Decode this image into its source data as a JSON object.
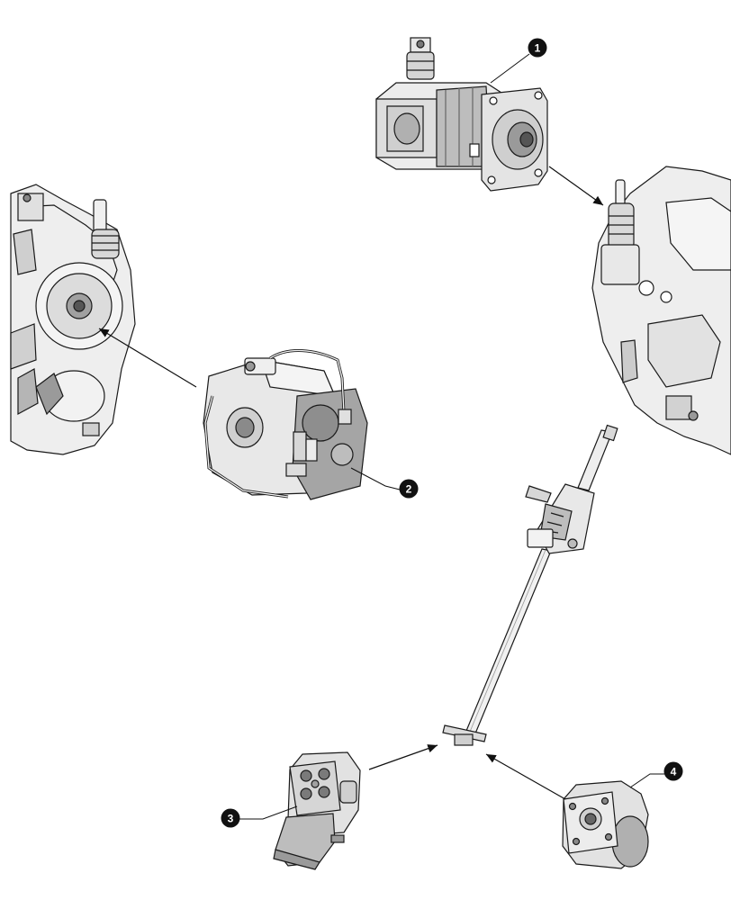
{
  "callouts": [
    {
      "id": "1",
      "label": "1"
    },
    {
      "id": "2",
      "label": "2"
    },
    {
      "id": "3",
      "label": "3"
    },
    {
      "id": "4",
      "label": "4"
    }
  ],
  "colors": {
    "line": "#1a1a1a",
    "part_light": "#e6e6e6",
    "part_mid": "#bdbdbd",
    "part_dark": "#8a8a8a",
    "callout_fill": "#111111",
    "background": "#ffffff"
  }
}
